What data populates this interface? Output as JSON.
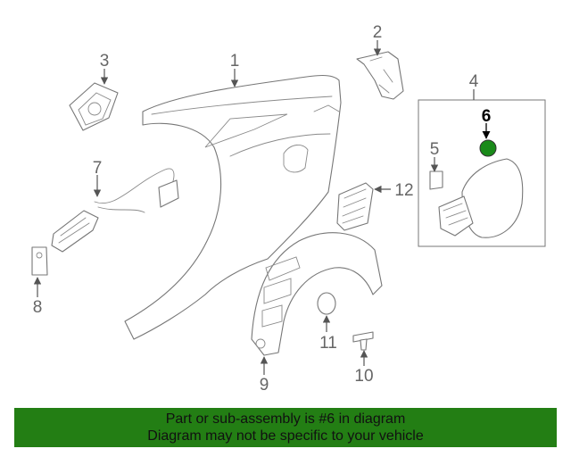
{
  "diagram": {
    "callouts": [
      "1",
      "2",
      "3",
      "4",
      "5",
      "6",
      "7",
      "8",
      "9",
      "10",
      "11",
      "12"
    ],
    "highlight_callout": "6",
    "highlight_color": "#1a8a1a"
  },
  "banner": {
    "line1": "Part or sub-assembly is #6 in diagram",
    "line2": "Diagram may not be specific to your vehicle",
    "background": "#237e14"
  }
}
